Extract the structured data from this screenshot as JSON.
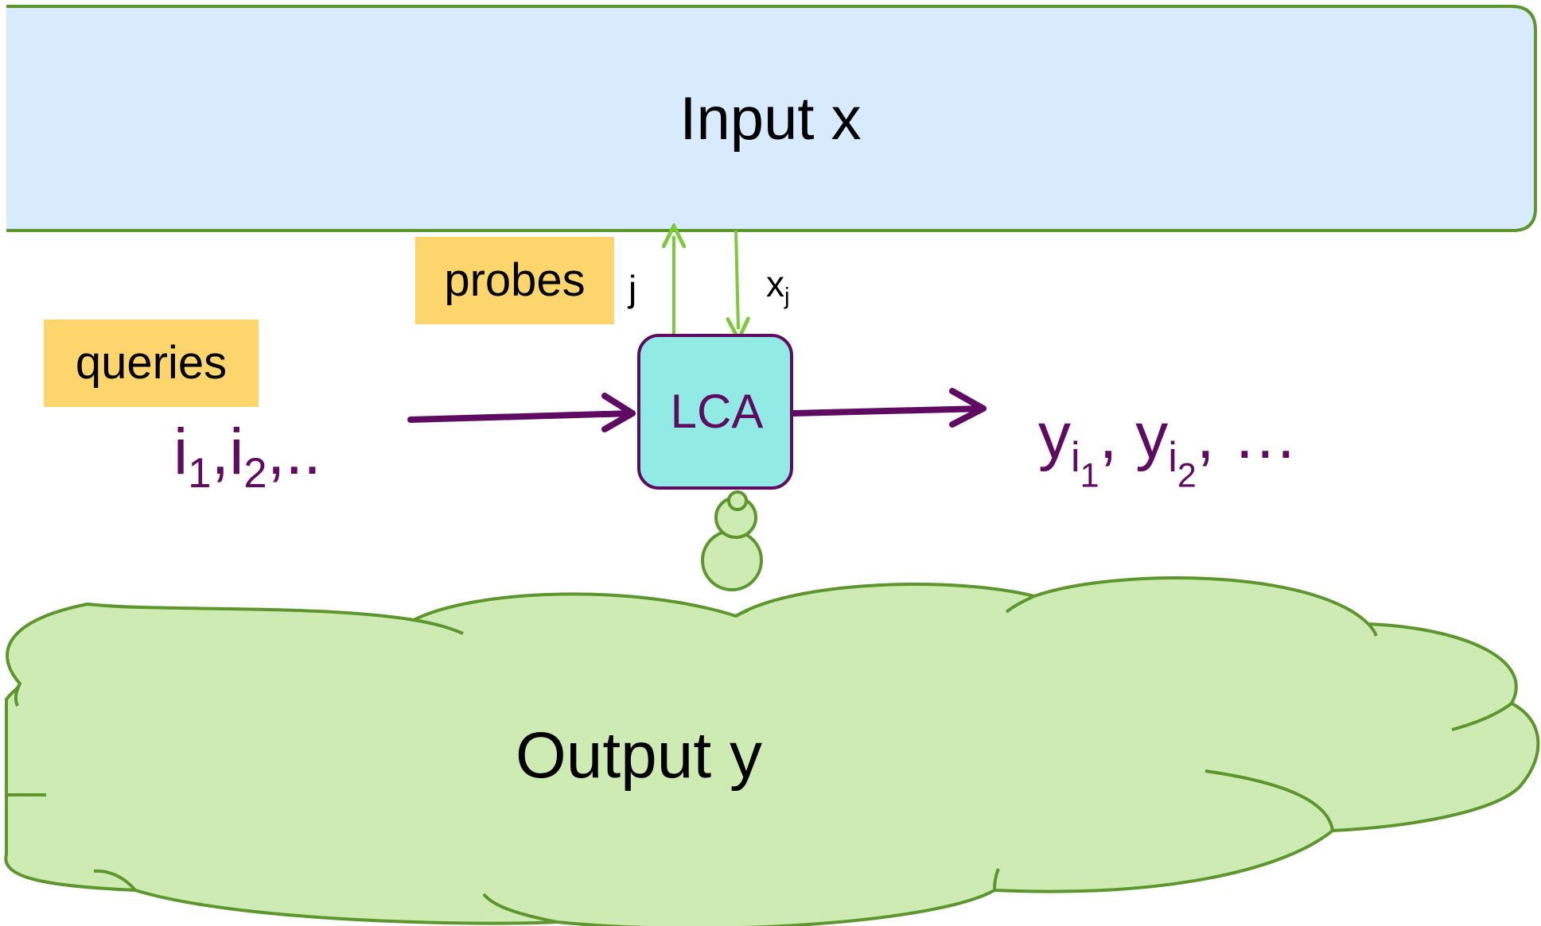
{
  "input": {
    "title": "Input x"
  },
  "output": {
    "title": "Output y"
  },
  "lca": {
    "label": "LCA"
  },
  "probes": {
    "tag": "probes",
    "out_label": "j",
    "in_label_base": "x",
    "in_label_sub": "j"
  },
  "queries": {
    "tag": "queries",
    "seq": [
      {
        "base": "i",
        "sub": "1",
        "sep": ","
      },
      {
        "base": "i",
        "sub": "2",
        "sep": ",.."
      }
    ]
  },
  "results": {
    "seq": [
      {
        "base": "y",
        "sub": "i",
        "subsub": "1",
        "sep": ","
      },
      {
        "base": "y",
        "sub": "i",
        "subsub": "2",
        "sep": ", …"
      }
    ]
  },
  "colors": {
    "input_fill": "#d8ebfd",
    "box_border": "#5c962c",
    "output_fill": "#cdebb2",
    "lca_fill": "#92eae4",
    "lca_border": "#5e0b61",
    "arrow_purple": "#5e0b61",
    "arrow_green": "#7cc93c",
    "tag_fill": "#fdd56d",
    "text_purple": "#5e0b61"
  }
}
